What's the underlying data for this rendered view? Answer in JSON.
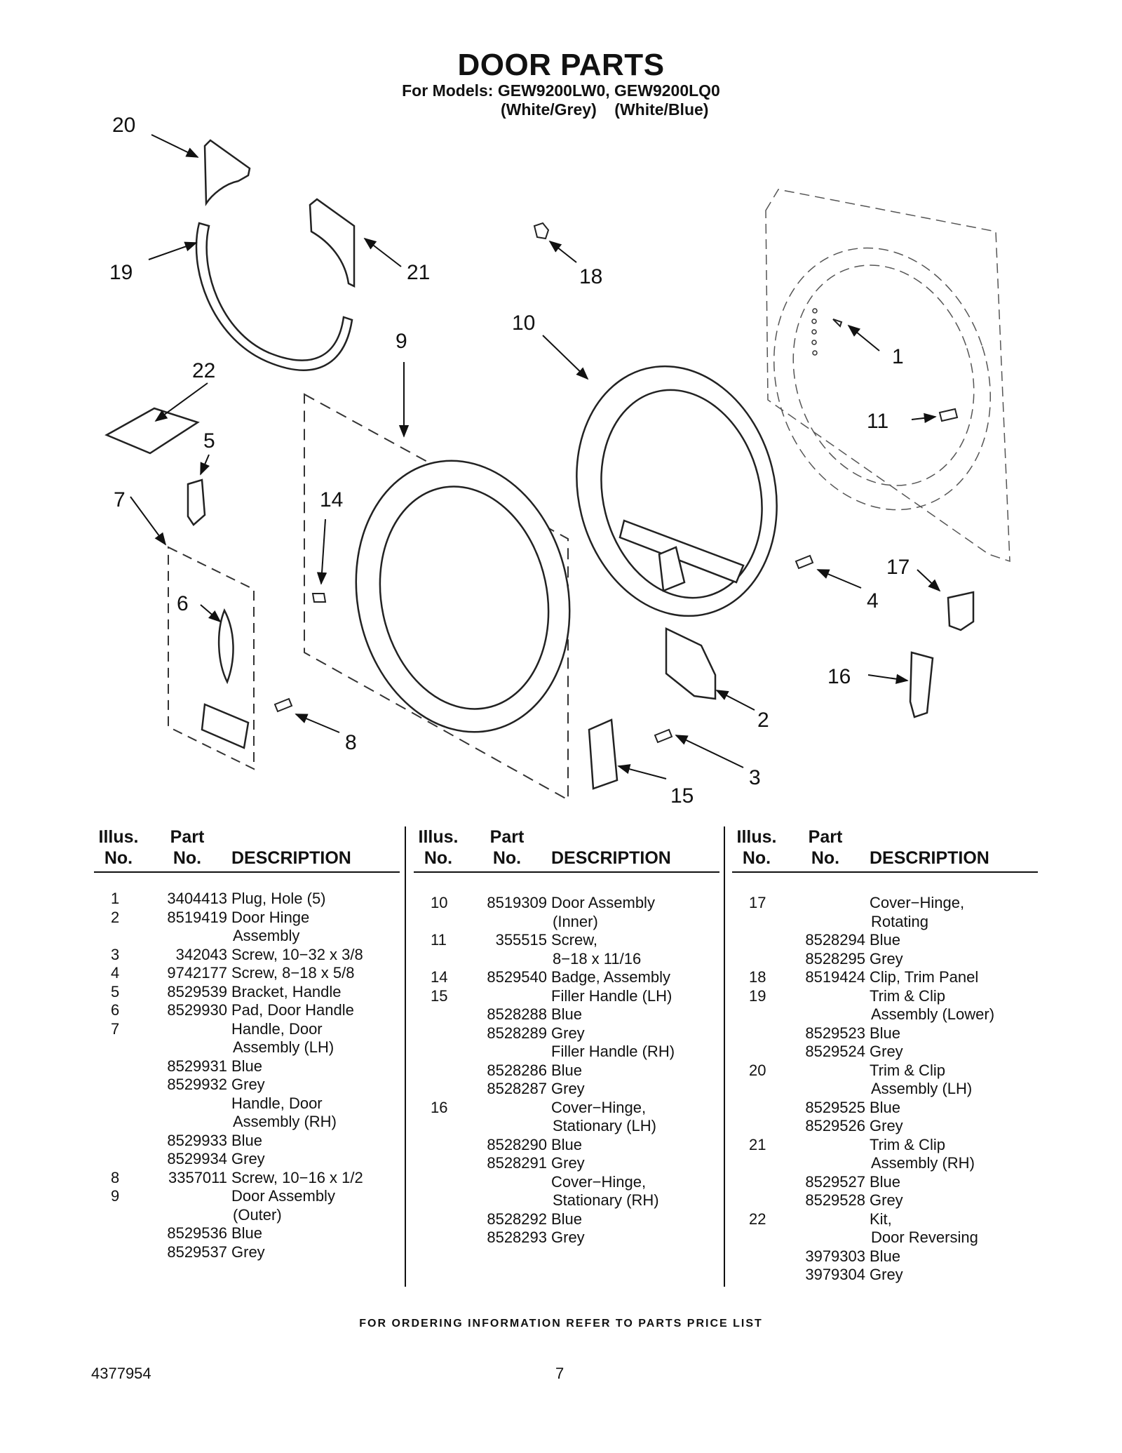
{
  "header": {
    "title": "DOOR PARTS",
    "models": "For Models: GEW9200LW0, GEW9200LQ0",
    "variants": "(White/Grey)    (White/Blue)"
  },
  "callouts": [
    "20",
    "19",
    "21",
    "18",
    "10",
    "9",
    "22",
    "1",
    "11",
    "5",
    "7",
    "14",
    "17",
    "6",
    "4",
    "16",
    "2",
    "8",
    "3",
    "15"
  ],
  "table_headers": {
    "illus_1": "Illus.",
    "illus_2": "No.",
    "part_1": "Part",
    "part_2": "No.",
    "description": "DESCRIPTION"
  },
  "columns": [
    [
      {
        "illus": "1",
        "part": "3404413",
        "desc": "Plug, Hole (5)"
      },
      {
        "illus": "2",
        "part": "8519419",
        "desc": "Door Hinge"
      },
      {
        "illus": "",
        "part": "",
        "desc": "Assembly"
      },
      {
        "illus": "3",
        "part": "342043",
        "desc": "Screw, 10−32 x 3/8"
      },
      {
        "illus": "4",
        "part": "9742177",
        "desc": "Screw, 8−18 x 5/8"
      },
      {
        "illus": "5",
        "part": "8529539",
        "desc": "Bracket, Handle"
      },
      {
        "illus": "6",
        "part": "8529930",
        "desc": "Pad, Door Handle"
      },
      {
        "illus": "7",
        "part": "",
        "desc": "Handle, Door"
      },
      {
        "illus": "",
        "part": "",
        "desc": "Assembly (LH)"
      },
      {
        "illus": "",
        "part": "8529931",
        "desc": "Blue"
      },
      {
        "illus": "",
        "part": "8529932",
        "desc": "Grey"
      },
      {
        "illus": "",
        "part": "",
        "desc": "Handle, Door"
      },
      {
        "illus": "",
        "part": "",
        "desc": "Assembly (RH)"
      },
      {
        "illus": "",
        "part": "8529933",
        "desc": "Blue"
      },
      {
        "illus": "",
        "part": "8529934",
        "desc": "Grey"
      },
      {
        "illus": "8",
        "part": "3357011",
        "desc": "Screw, 10−16 x 1/2"
      },
      {
        "illus": "9",
        "part": "",
        "desc": "Door Assembly"
      },
      {
        "illus": "",
        "part": "",
        "desc": "(Outer)"
      },
      {
        "illus": "",
        "part": "8529536",
        "desc": "Blue"
      },
      {
        "illus": "",
        "part": "8529537",
        "desc": "Grey"
      }
    ],
    [
      {
        "illus": "10",
        "part": "8519309",
        "desc": "Door Assembly"
      },
      {
        "illus": "",
        "part": "",
        "desc": "(Inner)"
      },
      {
        "illus": "11",
        "part": "355515",
        "desc": "Screw,"
      },
      {
        "illus": "",
        "part": "",
        "desc": "8−18 x 11/16"
      },
      {
        "illus": "14",
        "part": "8529540",
        "desc": "Badge, Assembly"
      },
      {
        "illus": "15",
        "part": "",
        "desc": "Filler Handle (LH)"
      },
      {
        "illus": "",
        "part": "8528288",
        "desc": "Blue"
      },
      {
        "illus": "",
        "part": "8528289",
        "desc": "Grey"
      },
      {
        "illus": "",
        "part": "",
        "desc": "Filler Handle (RH)"
      },
      {
        "illus": "",
        "part": "8528286",
        "desc": "Blue"
      },
      {
        "illus": "",
        "part": "8528287",
        "desc": "Grey"
      },
      {
        "illus": "16",
        "part": "",
        "desc": "Cover−Hinge,"
      },
      {
        "illus": "",
        "part": "",
        "desc": "Stationary (LH)"
      },
      {
        "illus": "",
        "part": "8528290",
        "desc": "Blue"
      },
      {
        "illus": "",
        "part": "8528291",
        "desc": "Grey"
      },
      {
        "illus": "",
        "part": "",
        "desc": "Cover−Hinge,"
      },
      {
        "illus": "",
        "part": "",
        "desc": "Stationary (RH)"
      },
      {
        "illus": "",
        "part": "8528292",
        "desc": "Blue"
      },
      {
        "illus": "",
        "part": "8528293",
        "desc": "Grey"
      }
    ],
    [
      {
        "illus": "17",
        "part": "",
        "desc": "Cover−Hinge,"
      },
      {
        "illus": "",
        "part": "",
        "desc": "Rotating"
      },
      {
        "illus": "",
        "part": "8528294",
        "desc": "Blue"
      },
      {
        "illus": "",
        "part": "8528295",
        "desc": "Grey"
      },
      {
        "illus": "18",
        "part": "8519424",
        "desc": "Clip, Trim Panel"
      },
      {
        "illus": "19",
        "part": "",
        "desc": "Trim & Clip"
      },
      {
        "illus": "",
        "part": "",
        "desc": "Assembly (Lower)"
      },
      {
        "illus": "",
        "part": "8529523",
        "desc": "Blue"
      },
      {
        "illus": "",
        "part": "8529524",
        "desc": "Grey"
      },
      {
        "illus": "20",
        "part": "",
        "desc": "Trim & Clip"
      },
      {
        "illus": "",
        "part": "",
        "desc": "Assembly (LH)"
      },
      {
        "illus": "",
        "part": "8529525",
        "desc": "Blue"
      },
      {
        "illus": "",
        "part": "8529526",
        "desc": "Grey"
      },
      {
        "illus": "21",
        "part": "",
        "desc": "Trim & Clip"
      },
      {
        "illus": "",
        "part": "",
        "desc": "Assembly (RH)"
      },
      {
        "illus": "",
        "part": "8529527",
        "desc": "Blue"
      },
      {
        "illus": "",
        "part": "8529528",
        "desc": "Grey"
      },
      {
        "illus": "22",
        "part": "",
        "desc": "Kit,"
      },
      {
        "illus": "",
        "part": "",
        "desc": "Door Reversing"
      },
      {
        "illus": "",
        "part": "3979303",
        "desc": "Blue"
      },
      {
        "illus": "",
        "part": "3979304",
        "desc": "Grey"
      }
    ]
  ],
  "footer": {
    "ordering_note": "FOR ORDERING INFORMATION REFER TO PARTS PRICE LIST",
    "doc_number": "4377954",
    "page_number": "7"
  }
}
